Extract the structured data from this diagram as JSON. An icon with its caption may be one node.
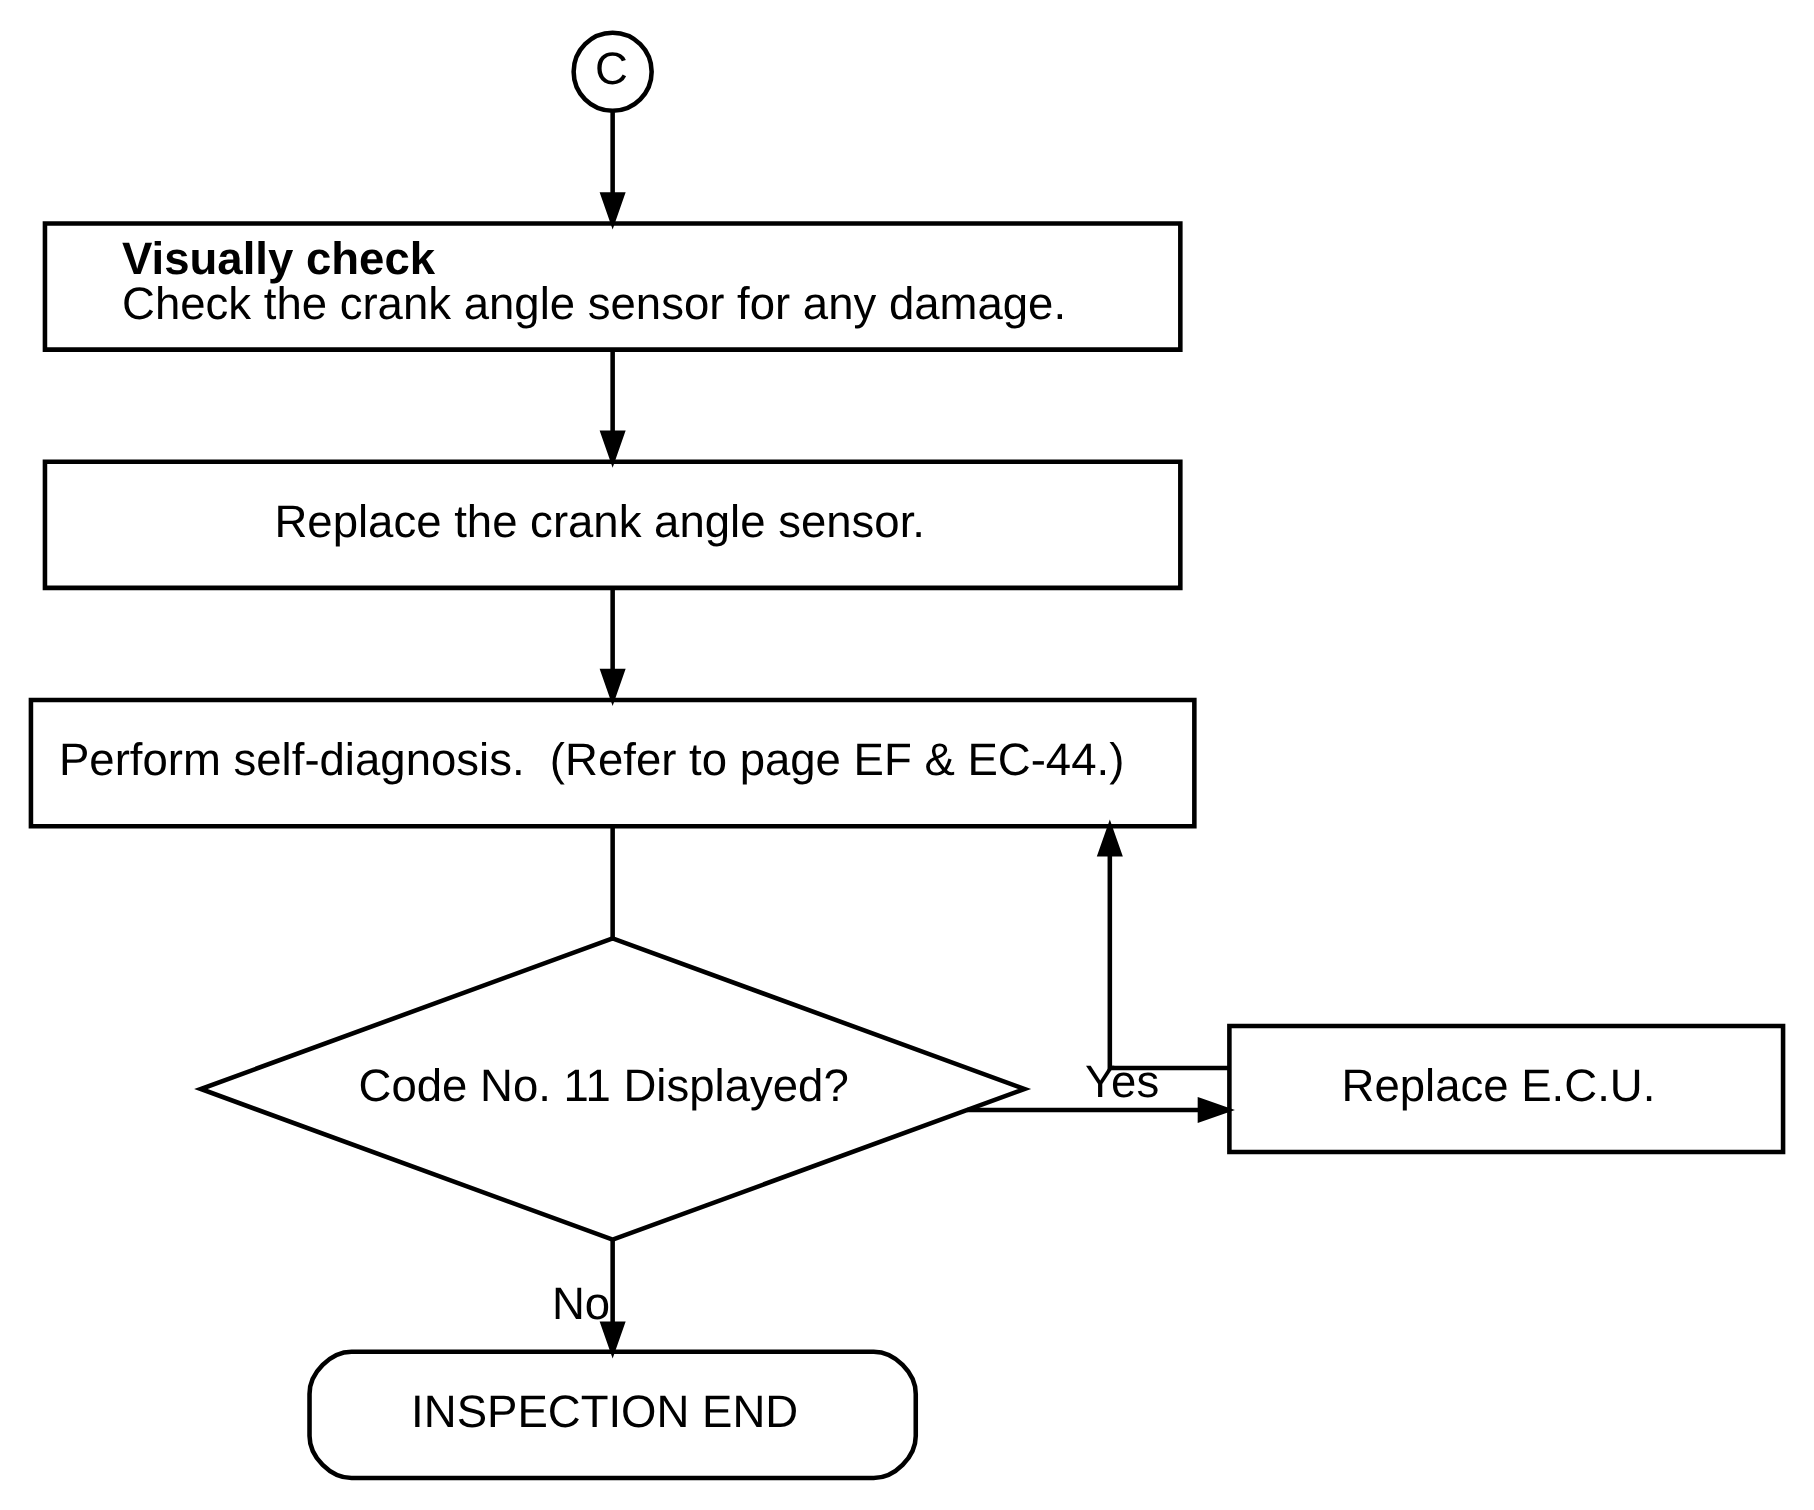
{
  "diagram": {
    "nodes": [
      {
        "text": [
          "C"
        ]
      },
      {
        "text": [
          "Visually check",
          "Check the crank angle sensor for any damage."
        ]
      },
      {
        "text": [
          "Replace the crank angle sensor."
        ]
      },
      {
        "text": [
          "Perform self-diagnosis.  (Refer to page EF & EC-44.)"
        ]
      },
      {
        "text": [
          "Code No. 11 Displayed?"
        ]
      },
      {
        "text": [
          "Replace E.C.U."
        ]
      },
      {
        "text": [
          "INSPECTION END"
        ]
      }
    ],
    "edges": [
      {
        "from": 0,
        "to": 1,
        "arrow": "to"
      },
      {
        "from": 1,
        "to": 2,
        "arrow": "to"
      },
      {
        "from": 2,
        "to": 3,
        "arrow": "to"
      },
      {
        "from": 3,
        "to": 4,
        "arrow": "none"
      },
      {
        "from": 4,
        "to": 5,
        "arrow": "to",
        "label": "Yes"
      },
      {
        "from": 5,
        "to": 3,
        "arrow": "to"
      },
      {
        "from": 4,
        "to": 6,
        "arrow": "to",
        "label": "No"
      }
    ]
  }
}
